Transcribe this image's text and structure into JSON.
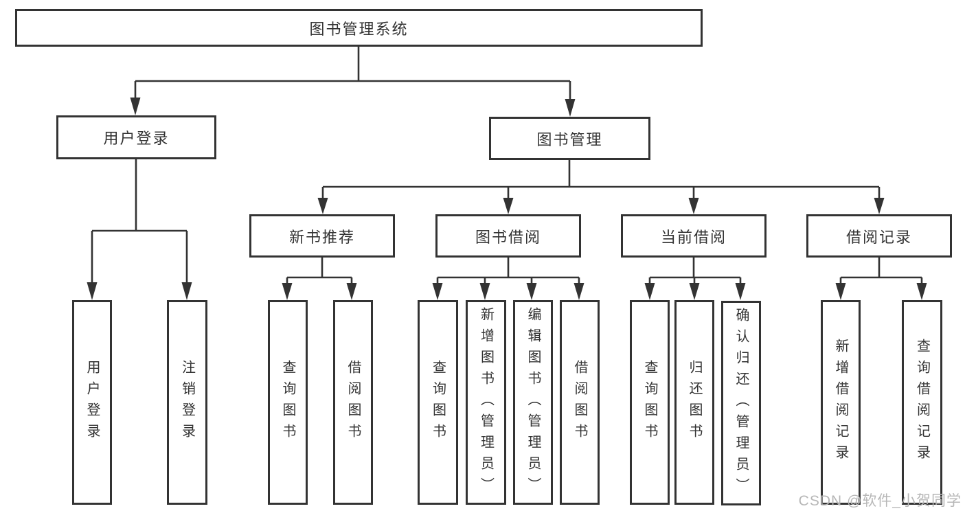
{
  "tree": {
    "root": "图书管理系统",
    "branches": [
      {
        "label": "用户登录",
        "children": [
          "用户登录",
          "注销登录"
        ]
      },
      {
        "label": "图书管理",
        "sections": [
          {
            "label": "新书推荐",
            "children": [
              "查询图书",
              "借阅图书"
            ]
          },
          {
            "label": "图书借阅",
            "children": [
              "查询图书",
              "新增图书（管理员）",
              "编辑图书（管理员）",
              "借阅图书"
            ]
          },
          {
            "label": "当前借阅",
            "children": [
              "查询图书",
              "归还图书",
              "确认归还（管理员）"
            ]
          },
          {
            "label": "借阅记录",
            "children": [
              "新增借阅记录",
              "查询借阅记录"
            ]
          }
        ]
      }
    ]
  },
  "watermark": "CSDN @软件_小贺同学",
  "colors": {
    "line": "#333333",
    "box_background": "#ffffff",
    "text": "#333333",
    "watermark": "#b7b7b7",
    "page_background": "#ffffff"
  }
}
